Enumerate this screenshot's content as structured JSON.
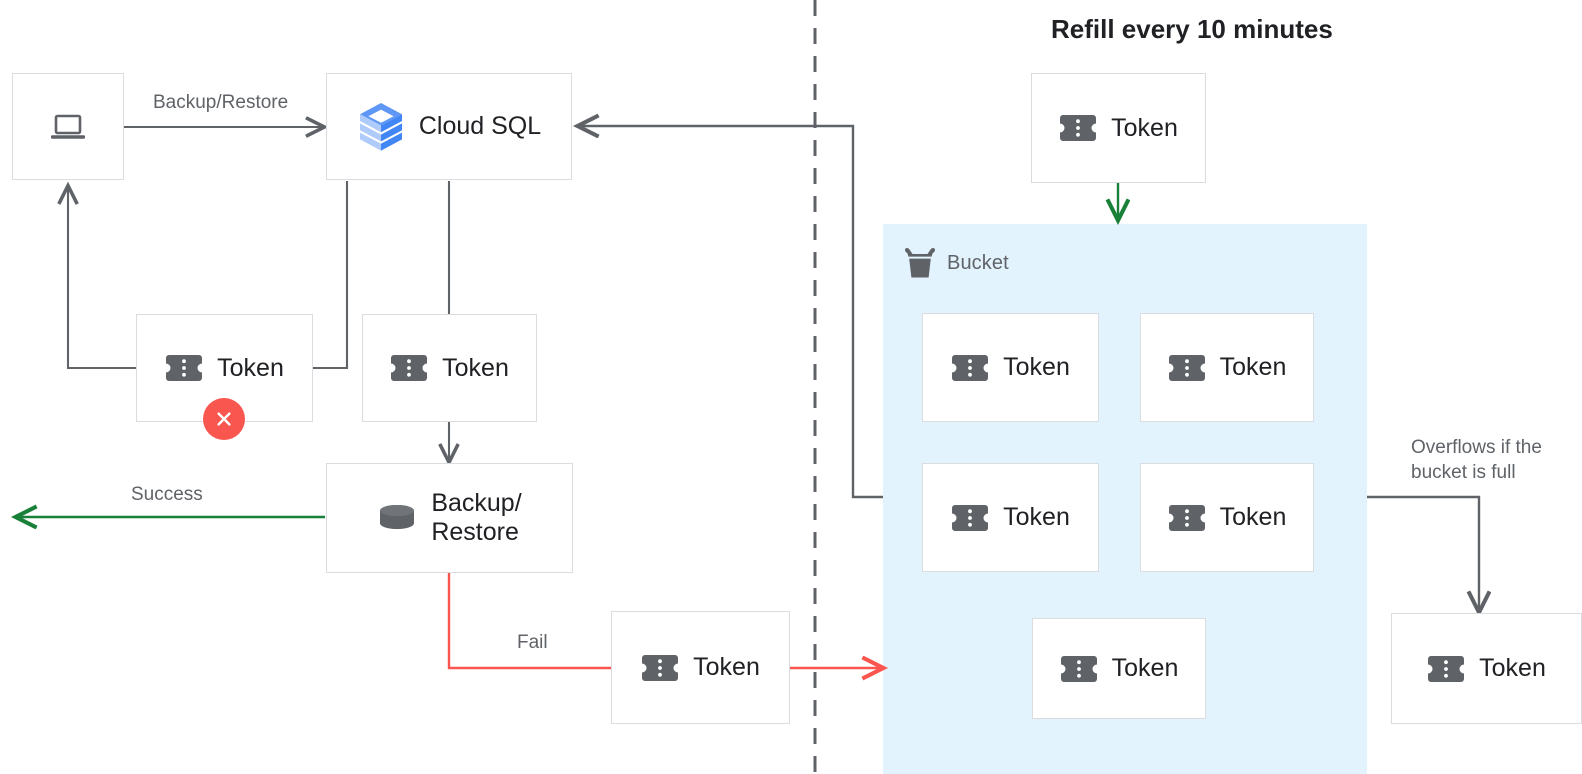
{
  "title": "Refill every 10 minutes",
  "colors": {
    "wire": "#5f6368",
    "success": "#188038",
    "fail": "#f9564f",
    "refill": "#188038",
    "bucket_bg": "#e3f3fd",
    "node_border": "#dadce0",
    "icon_gray": "#5f6368",
    "text": "#202124",
    "muted_text": "#5f6368"
  },
  "nodes": {
    "laptop": {
      "label": "",
      "icon": "laptop-icon"
    },
    "cloud_sql": {
      "label": "Cloud SQL",
      "icon": "cloud-sql-icon"
    },
    "token_left": {
      "label": "Token",
      "icon": "token-icon",
      "status": "error"
    },
    "token_right": {
      "label": "Token",
      "icon": "token-icon"
    },
    "backup_restore": {
      "label": "Backup/\nRestore",
      "icon": "database-icon"
    },
    "token_fail": {
      "label": "Token",
      "icon": "token-icon"
    },
    "token_refill": {
      "label": "Token",
      "icon": "token-icon"
    },
    "token_overflow": {
      "label": "Token",
      "icon": "token-icon"
    }
  },
  "bucket": {
    "label": "Bucket",
    "icon": "bucket-icon",
    "tokens": [
      {
        "label": "Token",
        "icon": "token-icon"
      },
      {
        "label": "Token",
        "icon": "token-icon"
      },
      {
        "label": "Token",
        "icon": "token-icon"
      },
      {
        "label": "Token",
        "icon": "token-icon"
      },
      {
        "label": "Token",
        "icon": "token-icon"
      }
    ]
  },
  "edges": {
    "backup_restore_label": "Backup/Restore",
    "success_label": "Success",
    "fail_label": "Fail",
    "overflow_label": "Overflows if the\nbucket is full"
  }
}
